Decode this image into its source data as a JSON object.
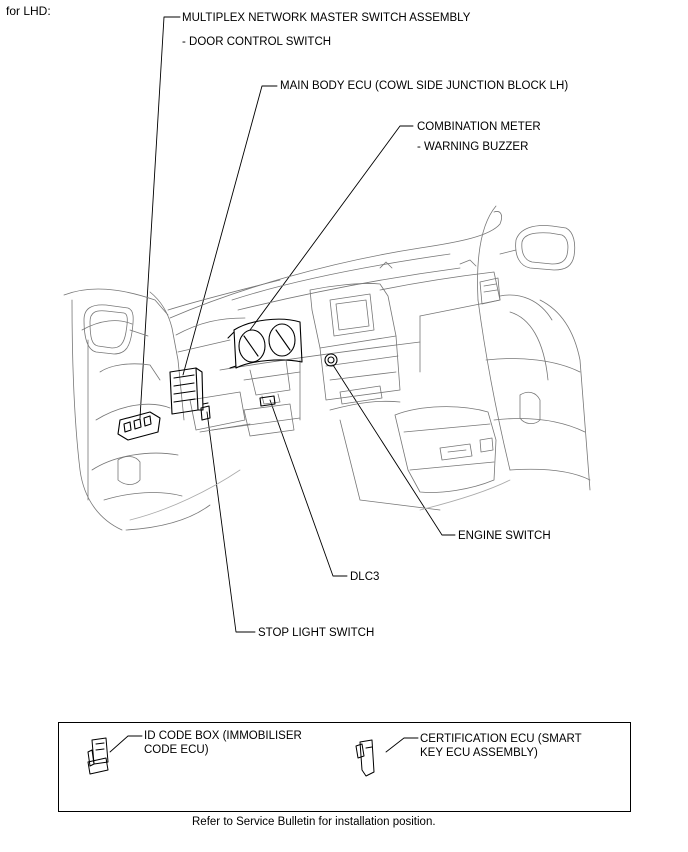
{
  "header": {
    "title": "for LHD:"
  },
  "callouts": {
    "multiplex_line1": "MULTIPLEX NETWORK MASTER SWITCH ASSEMBLY",
    "multiplex_line2": "- DOOR CONTROL SWITCH",
    "main_body_ecu": "MAIN BODY ECU (COWL SIDE JUNCTION BLOCK LH)",
    "combination_meter_line1": "COMBINATION METER",
    "combination_meter_line2": "- WARNING BUZZER",
    "engine_switch": "ENGINE SWITCH",
    "dlc3": "DLC3",
    "stop_light_switch": "STOP LIGHT SWITCH"
  },
  "inset": {
    "id_code_box_line1": "ID CODE BOX (IMMOBILISER",
    "id_code_box_line2": "CODE ECU)",
    "certification_ecu_line1": "CERTIFICATION ECU (SMART",
    "certification_ecu_line2": "KEY ECU ASSEMBLY)"
  },
  "footer": {
    "note": "Refer to Service Bulletin for installation position."
  }
}
